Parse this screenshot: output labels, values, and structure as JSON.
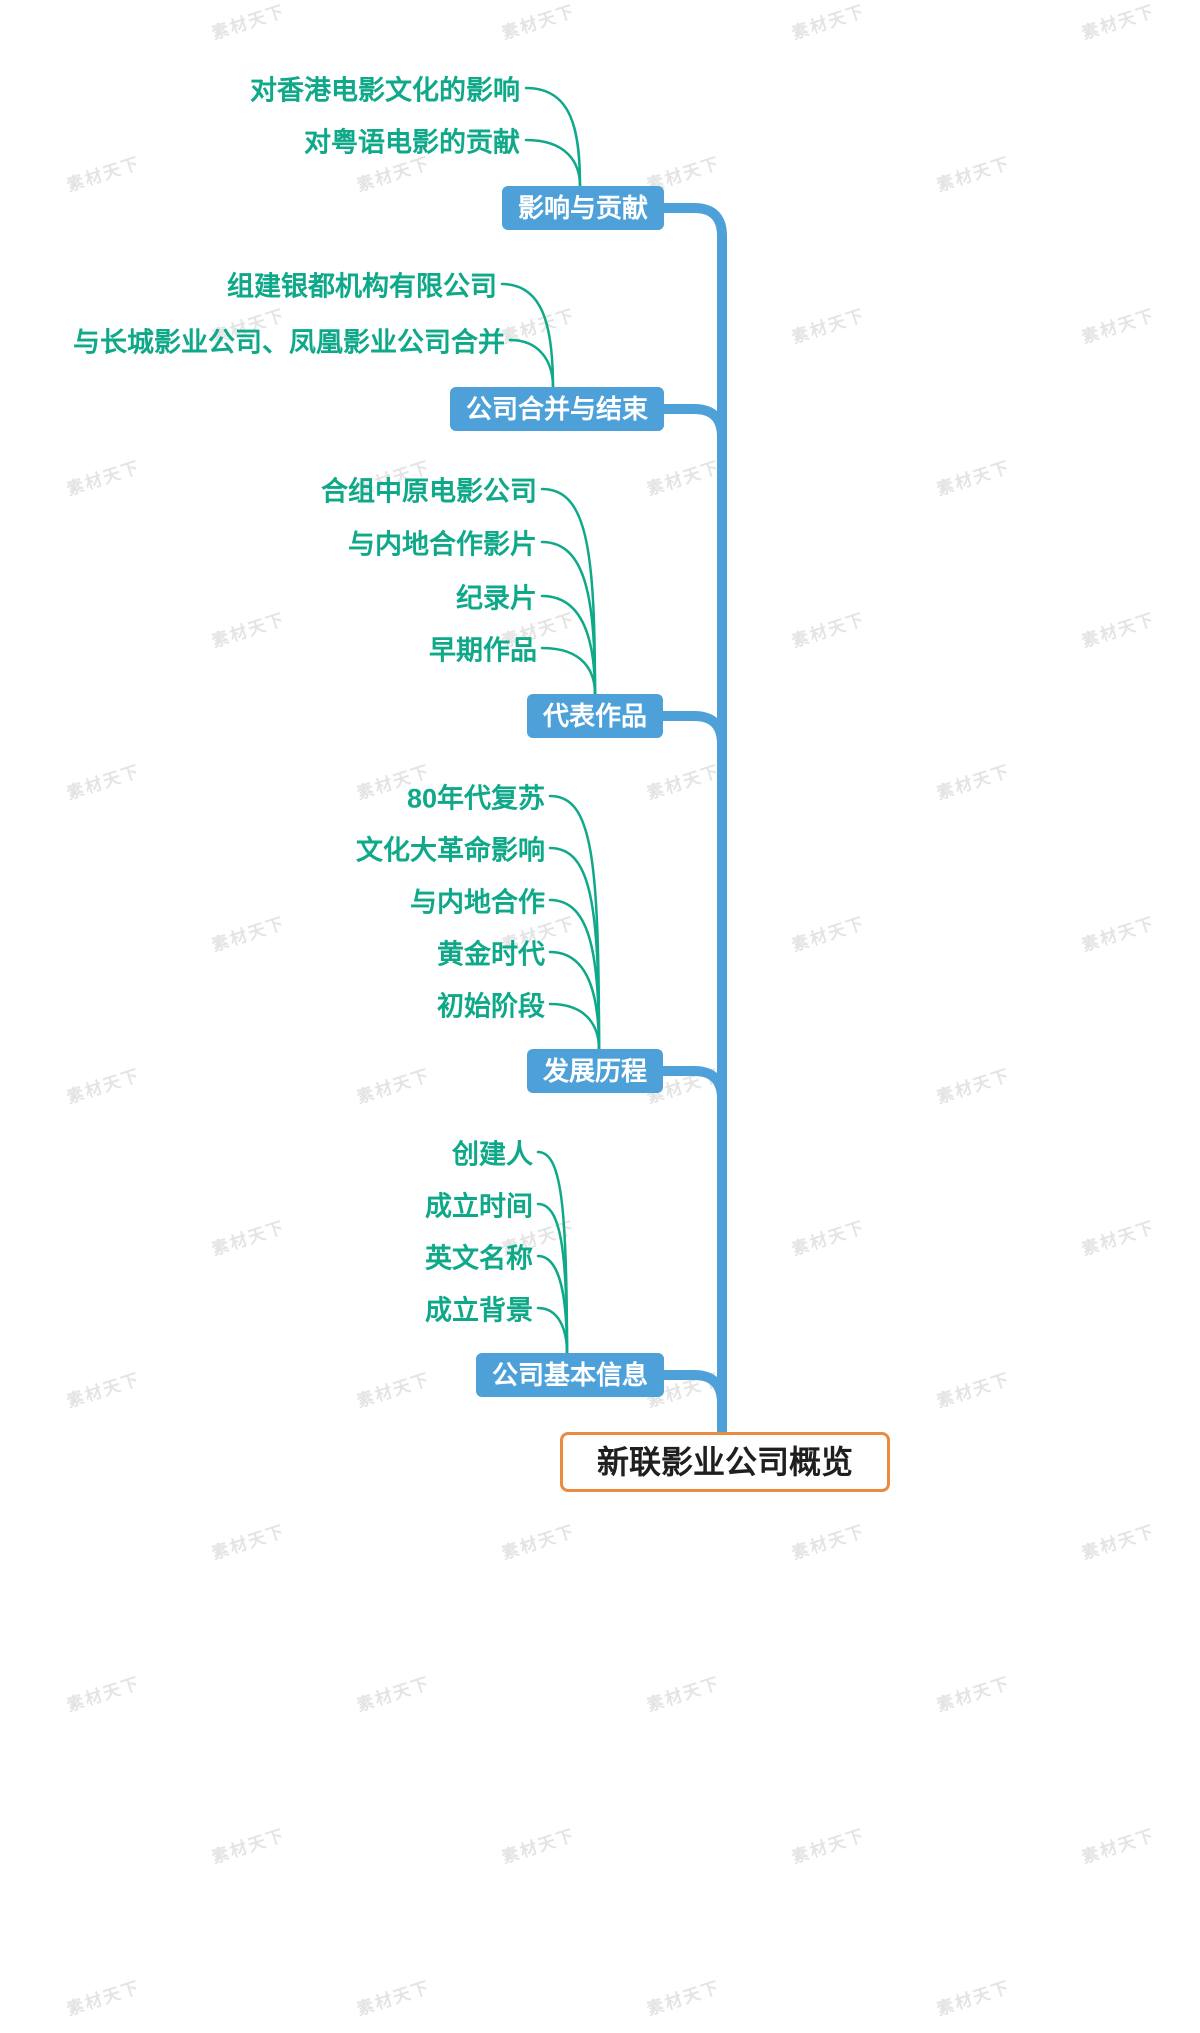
{
  "watermark": {
    "text": "素材天下"
  },
  "colors": {
    "branch_fill": "#4da1d8",
    "branch_text": "#ffffff",
    "child_text": "#0fa98a",
    "connector": "#0fa98a",
    "spine": "#4da1d8",
    "root_border": "#ec8b3f",
    "root_text": "#1f1f1f"
  },
  "root": {
    "label": "新联影业公司概览"
  },
  "branches": [
    {
      "label": "影响与贡献",
      "children": [
        "对香港电影文化的影响",
        "对粤语电影的贡献"
      ]
    },
    {
      "label": "公司合并与结束",
      "children": [
        "组建银都机构有限公司",
        "与长城影业公司、凤凰影业公司合并"
      ]
    },
    {
      "label": "代表作品",
      "children": [
        "合组中原电影公司",
        "与内地合作影片",
        "纪录片",
        "早期作品"
      ]
    },
    {
      "label": "发展历程",
      "children": [
        "80年代复苏",
        "文化大革命影响",
        "与内地合作",
        "黄金时代",
        "初始阶段"
      ]
    },
    {
      "label": "公司基本信息",
      "children": [
        "创建人",
        "成立时间",
        "英文名称",
        "成立背景"
      ]
    }
  ]
}
